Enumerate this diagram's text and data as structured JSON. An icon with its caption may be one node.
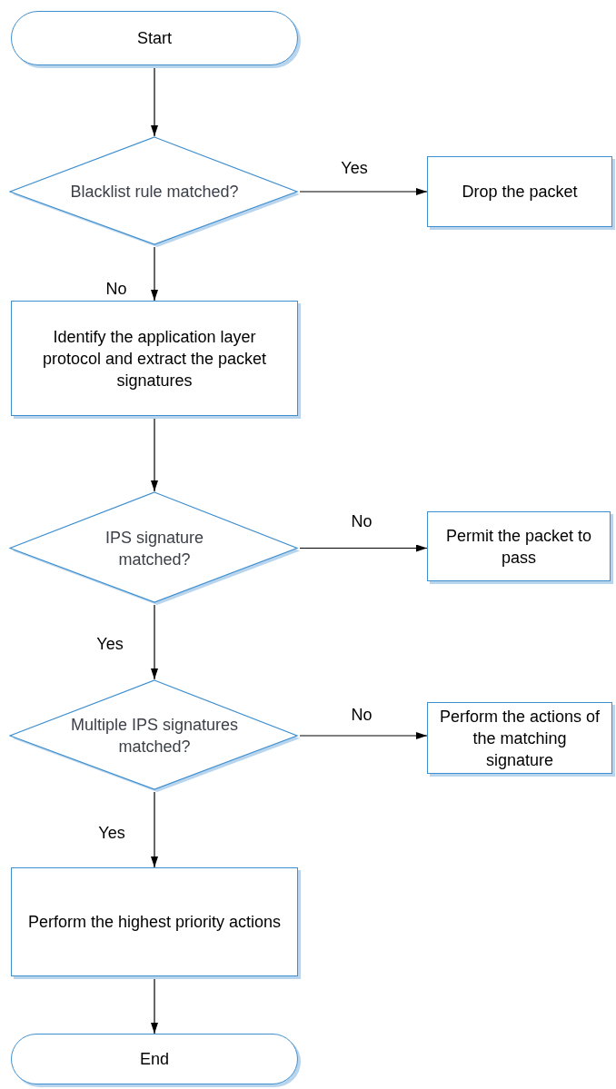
{
  "diagram": {
    "nodes": [
      {
        "text": [
          "Start"
        ]
      },
      {
        "text": [
          "Blacklist rule matched?"
        ]
      },
      {
        "text": [
          "Drop the packet"
        ]
      },
      {
        "text": [
          "Identify the application layer protocol and extract the packet signatures"
        ]
      },
      {
        "text": [
          "IPS signature matched?"
        ]
      },
      {
        "text": [
          "Permit the packet to pass"
        ]
      },
      {
        "text": [
          "Multiple IPS signatures matched?"
        ]
      },
      {
        "text": [
          "Perform the actions of the matching signature"
        ]
      },
      {
        "text": [
          "Perform the highest priority actions"
        ]
      },
      {
        "text": [
          "End"
        ]
      }
    ],
    "edges": [
      {
        "from": 0,
        "to": 1,
        "arrow": "to"
      },
      {
        "from": 1,
        "to": 2,
        "arrow": "to",
        "label": "Yes"
      },
      {
        "from": 1,
        "to": 3,
        "arrow": "to",
        "label": "No"
      },
      {
        "from": 3,
        "to": 4,
        "arrow": "to"
      },
      {
        "from": 4,
        "to": 5,
        "arrow": "to",
        "label": "No"
      },
      {
        "from": 4,
        "to": 6,
        "arrow": "to",
        "label": "Yes"
      },
      {
        "from": 6,
        "to": 7,
        "arrow": "to",
        "label": "No"
      },
      {
        "from": 6,
        "to": 8,
        "arrow": "to",
        "label": "Yes"
      },
      {
        "from": 8,
        "to": 9,
        "arrow": "to"
      }
    ]
  }
}
